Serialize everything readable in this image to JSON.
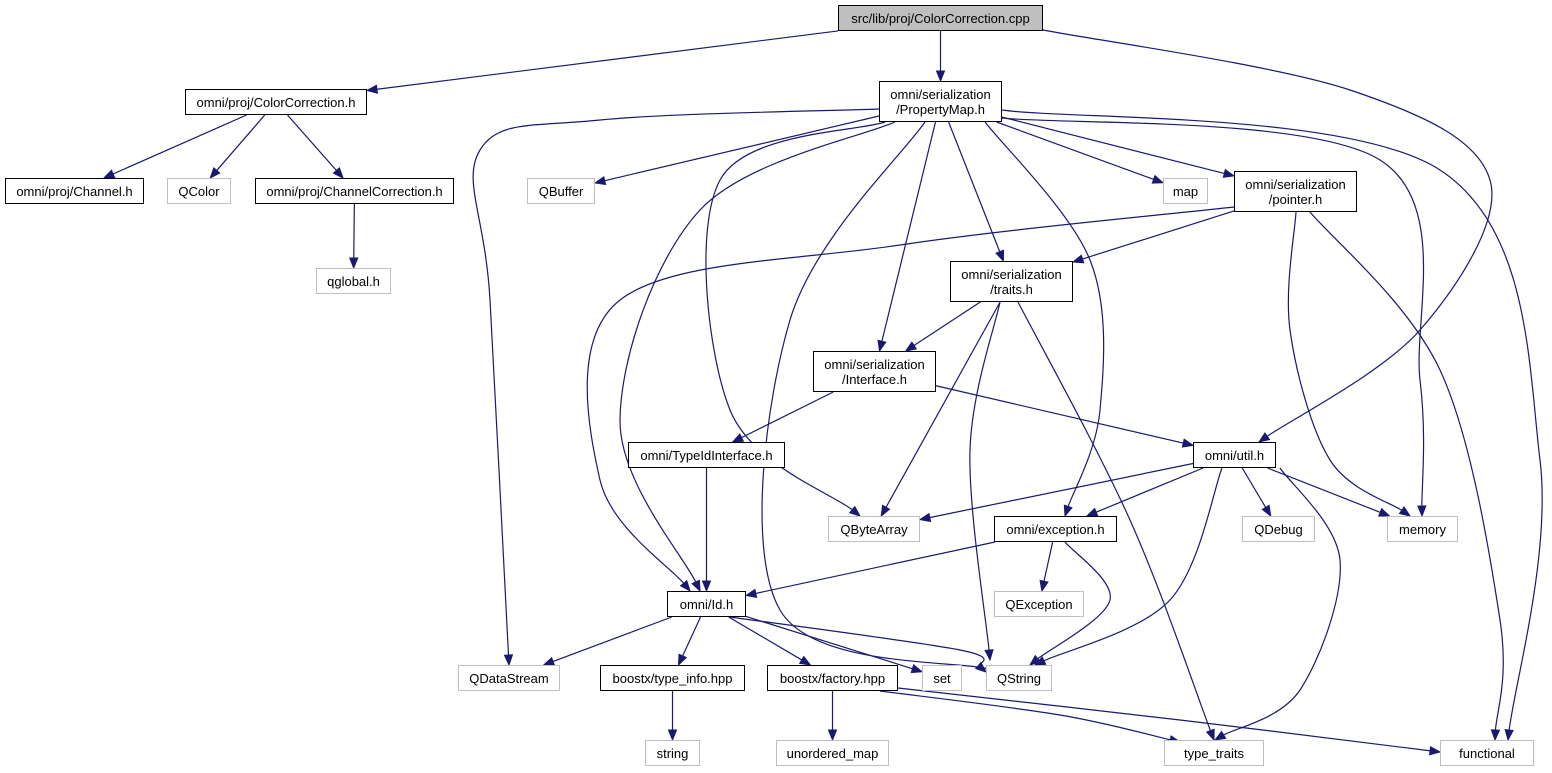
{
  "graph": {
    "edge_color": "#191970",
    "nodes": {
      "root": {
        "lines": [
          "src/lib/proj/ColorCorrection.cpp"
        ],
        "kind": "root"
      },
      "colorcorr_h": {
        "lines": [
          "omni/proj/ColorCorrection.h"
        ],
        "kind": "doc"
      },
      "propertymap": {
        "lines": [
          "omni/serialization",
          "/PropertyMap.h"
        ],
        "kind": "doc"
      },
      "channel": {
        "lines": [
          "omni/proj/Channel.h"
        ],
        "kind": "doc"
      },
      "qcolor": {
        "lines": [
          "QColor"
        ],
        "kind": "ext"
      },
      "channelcorr": {
        "lines": [
          "omni/proj/ChannelCorrection.h"
        ],
        "kind": "doc"
      },
      "qbuffer": {
        "lines": [
          "QBuffer"
        ],
        "kind": "ext"
      },
      "map": {
        "lines": [
          "map"
        ],
        "kind": "ext"
      },
      "pointer": {
        "lines": [
          "omni/serialization",
          "/pointer.h"
        ],
        "kind": "doc"
      },
      "qglobal": {
        "lines": [
          "qglobal.h"
        ],
        "kind": "ext"
      },
      "traits": {
        "lines": [
          "omni/serialization",
          "/traits.h"
        ],
        "kind": "doc"
      },
      "interface": {
        "lines": [
          "omni/serialization",
          "/Interface.h"
        ],
        "kind": "doc"
      },
      "typeidif": {
        "lines": [
          "omni/TypeIdInterface.h"
        ],
        "kind": "doc"
      },
      "util": {
        "lines": [
          "omni/util.h"
        ],
        "kind": "doc"
      },
      "qbytearray": {
        "lines": [
          "QByteArray"
        ],
        "kind": "ext"
      },
      "exception": {
        "lines": [
          "omni/exception.h"
        ],
        "kind": "doc"
      },
      "qdebug": {
        "lines": [
          "QDebug"
        ],
        "kind": "ext"
      },
      "memory": {
        "lines": [
          "memory"
        ],
        "kind": "ext"
      },
      "id": {
        "lines": [
          "omni/Id.h"
        ],
        "kind": "doc"
      },
      "qexception": {
        "lines": [
          "QException"
        ],
        "kind": "ext"
      },
      "qdatastream": {
        "lines": [
          "QDataStream"
        ],
        "kind": "ext"
      },
      "typeinfo": {
        "lines": [
          "boostx/type_info.hpp"
        ],
        "kind": "doc"
      },
      "factory": {
        "lines": [
          "boostx/factory.hpp"
        ],
        "kind": "doc"
      },
      "set": {
        "lines": [
          "set"
        ],
        "kind": "ext"
      },
      "qstring": {
        "lines": [
          "QString"
        ],
        "kind": "ext"
      },
      "string": {
        "lines": [
          "string"
        ],
        "kind": "ext"
      },
      "unordered_map": {
        "lines": [
          "unordered_map"
        ],
        "kind": "ext"
      },
      "type_traits": {
        "lines": [
          "type_traits"
        ],
        "kind": "ext"
      },
      "functional": {
        "lines": [
          "functional"
        ],
        "kind": "ext"
      }
    },
    "edges": [
      [
        "root",
        "colorcorr_h"
      ],
      [
        "root",
        "propertymap"
      ],
      [
        "root",
        "util"
      ],
      [
        "colorcorr_h",
        "channel"
      ],
      [
        "colorcorr_h",
        "qcolor"
      ],
      [
        "colorcorr_h",
        "channelcorr"
      ],
      [
        "channelcorr",
        "qglobal"
      ],
      [
        "propertymap",
        "qdatastream"
      ],
      [
        "propertymap",
        "qbuffer"
      ],
      [
        "propertymap",
        "id"
      ],
      [
        "propertymap",
        "qbytearray"
      ],
      [
        "propertymap",
        "qstring"
      ],
      [
        "propertymap",
        "interface"
      ],
      [
        "propertymap",
        "traits"
      ],
      [
        "propertymap",
        "exception"
      ],
      [
        "propertymap",
        "map"
      ],
      [
        "propertymap",
        "pointer"
      ],
      [
        "propertymap",
        "memory"
      ],
      [
        "propertymap",
        "functional"
      ],
      [
        "pointer",
        "traits"
      ],
      [
        "pointer",
        "id"
      ],
      [
        "pointer",
        "memory"
      ],
      [
        "pointer",
        "functional"
      ],
      [
        "traits",
        "interface"
      ],
      [
        "traits",
        "qbytearray"
      ],
      [
        "traits",
        "qstring"
      ],
      [
        "traits",
        "type_traits"
      ],
      [
        "interface",
        "typeidif"
      ],
      [
        "interface",
        "util"
      ],
      [
        "typeidif",
        "id"
      ],
      [
        "util",
        "qbytearray"
      ],
      [
        "util",
        "exception"
      ],
      [
        "util",
        "qstring"
      ],
      [
        "util",
        "qdebug"
      ],
      [
        "util",
        "memory"
      ],
      [
        "util",
        "type_traits"
      ],
      [
        "exception",
        "id"
      ],
      [
        "exception",
        "qexception"
      ],
      [
        "exception",
        "qstring"
      ],
      [
        "id",
        "qdatastream"
      ],
      [
        "id",
        "typeinfo"
      ],
      [
        "id",
        "factory"
      ],
      [
        "id",
        "set"
      ],
      [
        "id",
        "qstring"
      ],
      [
        "typeinfo",
        "string"
      ],
      [
        "factory",
        "unordered_map"
      ],
      [
        "factory",
        "type_traits"
      ],
      [
        "factory",
        "functional"
      ]
    ]
  }
}
